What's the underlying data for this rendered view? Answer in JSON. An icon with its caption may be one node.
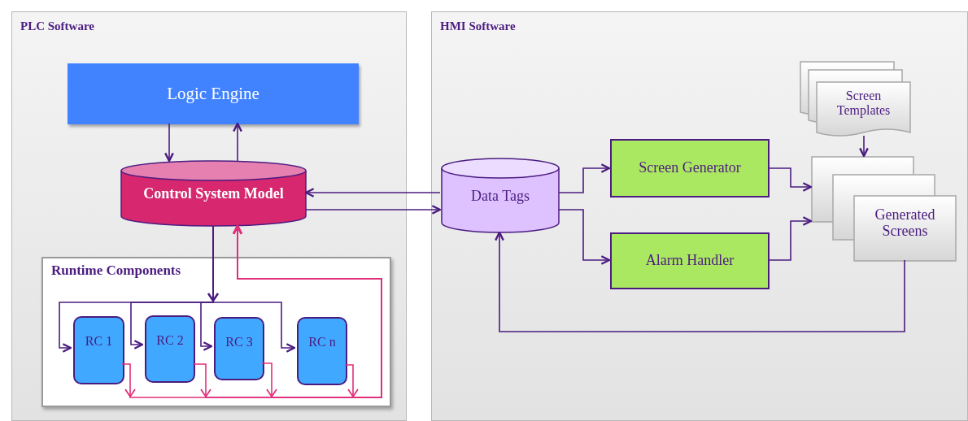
{
  "diagram": {
    "nodes": [
      {
        "text": [
          "PLC Software"
        ]
      },
      {
        "text": [
          "Logic Engine"
        ],
        "in": 0
      },
      {
        "text": [
          "Control System Model"
        ],
        "in": 0
      },
      {
        "text": [
          "Runtime Components"
        ],
        "in": 0
      },
      {
        "text": [
          "RC 1"
        ],
        "in": 3
      },
      {
        "text": [
          "RC 2"
        ],
        "in": 3
      },
      {
        "text": [
          "RC 3"
        ],
        "in": 3
      },
      {
        "text": [
          "RC n"
        ],
        "in": 3
      },
      {
        "text": [
          "HMI Software"
        ]
      },
      {
        "text": [
          "Data Tags"
        ],
        "in": 8
      },
      {
        "text": [
          "Screen Generator"
        ],
        "in": 8
      },
      {
        "text": [
          "Alarm Handler"
        ],
        "in": 8
      },
      {
        "text": [
          "Screen Templates"
        ],
        "in": 8
      },
      {
        "text": [
          "Generated Screens"
        ],
        "in": 8
      }
    ],
    "edges": [
      {
        "from": 1,
        "to": 2,
        "arrow": "to"
      },
      {
        "from": 2,
        "to": 1,
        "arrow": "to"
      },
      {
        "from": 9,
        "to": 2,
        "arrow": "to"
      },
      {
        "from": 2,
        "to": 9,
        "arrow": "to"
      },
      {
        "from": 2,
        "to": 4,
        "arrow": "to"
      },
      {
        "from": 2,
        "to": 5,
        "arrow": "to"
      },
      {
        "from": 2,
        "to": 6,
        "arrow": "to"
      },
      {
        "from": 2,
        "to": 7,
        "arrow": "to"
      },
      {
        "from": 4,
        "to": 2,
        "arrow": "to",
        "color": "#e0307a"
      },
      {
        "from": 5,
        "to": 2,
        "arrow": "to",
        "color": "#e0307a"
      },
      {
        "from": 6,
        "to": 2,
        "arrow": "to",
        "color": "#e0307a"
      },
      {
        "from": 7,
        "to": 2,
        "arrow": "to",
        "color": "#e0307a"
      },
      {
        "from": 9,
        "to": 10,
        "arrow": "to"
      },
      {
        "from": 9,
        "to": 11,
        "arrow": "to"
      },
      {
        "from": 10,
        "to": 13,
        "arrow": "to"
      },
      {
        "from": 11,
        "to": 13,
        "arrow": "to"
      },
      {
        "from": 12,
        "to": 13,
        "arrow": "to"
      },
      {
        "from": 13,
        "to": 9,
        "arrow": "to"
      }
    ]
  }
}
